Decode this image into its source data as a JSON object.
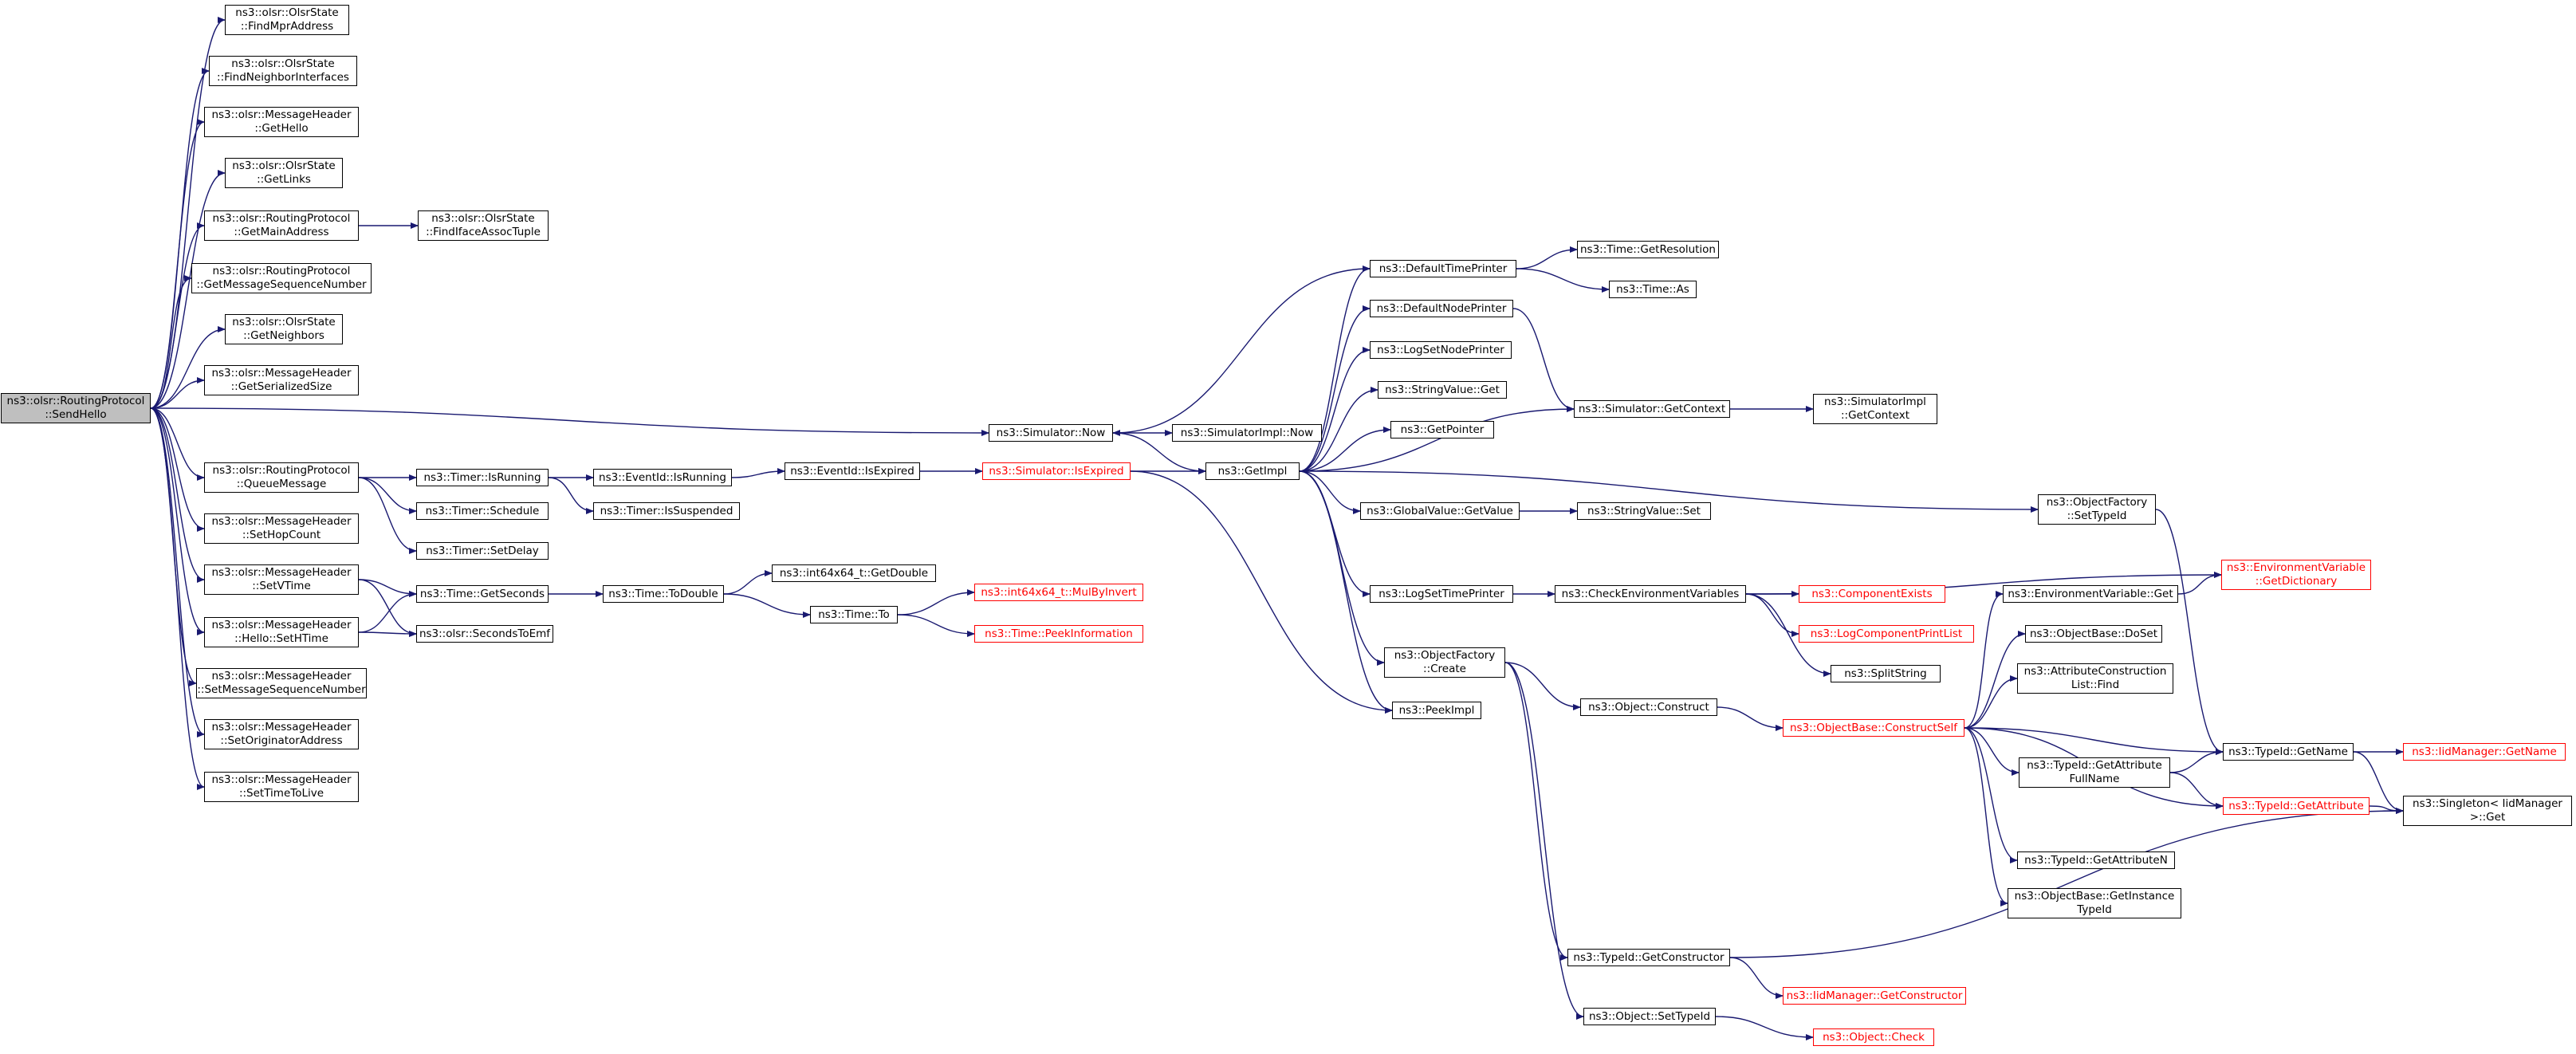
{
  "diagram": {
    "type": "call-graph",
    "colors": {
      "edge": "#191970",
      "node_border": "#000000",
      "truncated_border": "#ff0000",
      "root_fill": "#bfbfbf"
    },
    "nodes": [
      {
        "id": "root",
        "lines": [
          "ns3::olsr::RoutingProtocol",
          "::SendHello"
        ],
        "style": "root"
      },
      {
        "id": "findMpr",
        "lines": [
          "ns3::olsr::OlsrState",
          "::FindMprAddress"
        ]
      },
      {
        "id": "findNbrIf",
        "lines": [
          "ns3::olsr::OlsrState",
          "::FindNeighborInterfaces"
        ]
      },
      {
        "id": "getHello",
        "lines": [
          "ns3::olsr::MessageHeader",
          "::GetHello"
        ]
      },
      {
        "id": "getLinks",
        "lines": [
          "ns3::olsr::OlsrState",
          "::GetLinks"
        ]
      },
      {
        "id": "getMainAddr",
        "lines": [
          "ns3::olsr::RoutingProtocol",
          "::GetMainAddress"
        ]
      },
      {
        "id": "findIfaceAssoc",
        "lines": [
          "ns3::olsr::OlsrState",
          "::FindIfaceAssocTuple"
        ]
      },
      {
        "id": "getMsgSeq",
        "lines": [
          "ns3::olsr::RoutingProtocol",
          "::GetMessageSequenceNumber"
        ]
      },
      {
        "id": "getNeighbors",
        "lines": [
          "ns3::olsr::OlsrState",
          "::GetNeighbors"
        ]
      },
      {
        "id": "getSerSize",
        "lines": [
          "ns3::olsr::MessageHeader",
          "::GetSerializedSize"
        ]
      },
      {
        "id": "queueMsg",
        "lines": [
          "ns3::olsr::RoutingProtocol",
          "::QueueMessage"
        ]
      },
      {
        "id": "setHopCount",
        "lines": [
          "ns3::olsr::MessageHeader",
          "::SetHopCount"
        ]
      },
      {
        "id": "setVTime",
        "lines": [
          "ns3::olsr::MessageHeader",
          "::SetVTime"
        ]
      },
      {
        "id": "setHTime",
        "lines": [
          "ns3::olsr::MessageHeader",
          "::Hello::SetHTime"
        ]
      },
      {
        "id": "setMsgSeq",
        "lines": [
          "ns3::olsr::MessageHeader",
          "::SetMessageSequenceNumber"
        ]
      },
      {
        "id": "setOrigAddr",
        "lines": [
          "ns3::olsr::MessageHeader",
          "::SetOriginatorAddress"
        ]
      },
      {
        "id": "setTTL",
        "lines": [
          "ns3::olsr::MessageHeader",
          "::SetTimeToLive"
        ]
      },
      {
        "id": "timerIsRunning",
        "lines": [
          "ns3::Timer::IsRunning"
        ]
      },
      {
        "id": "timerSchedule",
        "lines": [
          "ns3::Timer::Schedule"
        ]
      },
      {
        "id": "timerSetDelay",
        "lines": [
          "ns3::Timer::SetDelay"
        ]
      },
      {
        "id": "timeGetSeconds",
        "lines": [
          "ns3::Time::GetSeconds"
        ]
      },
      {
        "id": "secondsToEmf",
        "lines": [
          "ns3::olsr::SecondsToEmf"
        ]
      },
      {
        "id": "eventIdIsRunning",
        "lines": [
          "ns3::EventId::IsRunning"
        ]
      },
      {
        "id": "timerIsSuspended",
        "lines": [
          "ns3::Timer::IsSuspended"
        ]
      },
      {
        "id": "eventIdIsExpired",
        "lines": [
          "ns3::EventId::IsExpired"
        ]
      },
      {
        "id": "simIsExpired",
        "lines": [
          "ns3::Simulator::IsExpired"
        ],
        "style": "red"
      },
      {
        "id": "timeToDouble",
        "lines": [
          "ns3::Time::ToDouble"
        ]
      },
      {
        "id": "int64GetDouble",
        "lines": [
          "ns3::int64x64_t::GetDouble"
        ]
      },
      {
        "id": "timeTo",
        "lines": [
          "ns3::Time::To"
        ]
      },
      {
        "id": "mulByInvert",
        "lines": [
          "ns3::int64x64_t::MulByInvert"
        ],
        "style": "red"
      },
      {
        "id": "peekInfo",
        "lines": [
          "ns3::Time::PeekInformation"
        ],
        "style": "red"
      },
      {
        "id": "simNow",
        "lines": [
          "ns3::Simulator::Now"
        ]
      },
      {
        "id": "simImplNow",
        "lines": [
          "ns3::SimulatorImpl::Now"
        ]
      },
      {
        "id": "getImpl",
        "lines": [
          "ns3::GetImpl"
        ]
      },
      {
        "id": "defTimePrinter",
        "lines": [
          "ns3::DefaultTimePrinter"
        ]
      },
      {
        "id": "timeGetRes",
        "lines": [
          "ns3::Time::GetResolution"
        ]
      },
      {
        "id": "timeAs",
        "lines": [
          "ns3::Time::As"
        ]
      },
      {
        "id": "defNodePrinter",
        "lines": [
          "ns3::DefaultNodePrinter"
        ]
      },
      {
        "id": "logSetNodePrinter",
        "lines": [
          "ns3::LogSetNodePrinter"
        ]
      },
      {
        "id": "stringValueGet",
        "lines": [
          "ns3::StringValue::Get"
        ]
      },
      {
        "id": "getPointer",
        "lines": [
          "ns3::GetPointer"
        ]
      },
      {
        "id": "simGetContext",
        "lines": [
          "ns3::Simulator::GetContext"
        ]
      },
      {
        "id": "simImplGetContext",
        "lines": [
          "ns3::SimulatorImpl",
          "::GetContext"
        ]
      },
      {
        "id": "gvGetValue",
        "lines": [
          "ns3::GlobalValue::GetValue"
        ]
      },
      {
        "id": "stringValueSet",
        "lines": [
          "ns3::StringValue::Set"
        ]
      },
      {
        "id": "ofSetTypeId",
        "lines": [
          "ns3::ObjectFactory",
          "::SetTypeId"
        ]
      },
      {
        "id": "envGetDict",
        "lines": [
          "ns3::EnvironmentVariable",
          "::GetDictionary"
        ],
        "style": "red"
      },
      {
        "id": "logSetTimePrinter",
        "lines": [
          "ns3::LogSetTimePrinter"
        ]
      },
      {
        "id": "checkEnvVars",
        "lines": [
          "ns3::CheckEnvironmentVariables"
        ]
      },
      {
        "id": "compExists",
        "lines": [
          "ns3::ComponentExists"
        ],
        "style": "red"
      },
      {
        "id": "logCompPrintList",
        "lines": [
          "ns3::LogComponentPrintList"
        ],
        "style": "red"
      },
      {
        "id": "splitString",
        "lines": [
          "ns3::SplitString"
        ]
      },
      {
        "id": "envVarGet",
        "lines": [
          "ns3::EnvironmentVariable::Get"
        ]
      },
      {
        "id": "obDoSet",
        "lines": [
          "ns3::ObjectBase::DoSet"
        ]
      },
      {
        "id": "attrConstrFind",
        "lines": [
          "ns3::AttributeConstruction",
          "List::Find"
        ]
      },
      {
        "id": "ofCreate",
        "lines": [
          "ns3::ObjectFactory",
          "::Create"
        ]
      },
      {
        "id": "peekImpl",
        "lines": [
          "ns3::PeekImpl"
        ]
      },
      {
        "id": "objConstruct",
        "lines": [
          "ns3::Object::Construct"
        ]
      },
      {
        "id": "obConstructSelf",
        "lines": [
          "ns3::ObjectBase::ConstructSelf"
        ],
        "style": "red"
      },
      {
        "id": "typeIdGetName",
        "lines": [
          "ns3::TypeId::GetName"
        ]
      },
      {
        "id": "iidGetName",
        "lines": [
          "ns3::IidManager::GetName"
        ],
        "style": "red"
      },
      {
        "id": "typeIdGetAttrFull",
        "lines": [
          "ns3::TypeId::GetAttribute",
          "FullName"
        ]
      },
      {
        "id": "typeIdGetAttr",
        "lines": [
          "ns3::TypeId::GetAttribute"
        ],
        "style": "red"
      },
      {
        "id": "singletonGet",
        "lines": [
          "ns3::Singleton< IidManager",
          ">::Get"
        ]
      },
      {
        "id": "typeIdGetAttrN",
        "lines": [
          "ns3::TypeId::GetAttributeN"
        ]
      },
      {
        "id": "obGetInstTypeId",
        "lines": [
          "ns3::ObjectBase::GetInstance",
          "TypeId"
        ]
      },
      {
        "id": "typeIdGetConstr",
        "lines": [
          "ns3::TypeId::GetConstructor"
        ]
      },
      {
        "id": "iidGetConstr",
        "lines": [
          "ns3::IidManager::GetConstructor"
        ],
        "style": "red"
      },
      {
        "id": "objSetTypeId",
        "lines": [
          "ns3::Object::SetTypeId"
        ]
      },
      {
        "id": "objCheck",
        "lines": [
          "ns3::Object::Check"
        ],
        "style": "red"
      }
    ],
    "edges": [
      [
        "root",
        "findMpr"
      ],
      [
        "root",
        "findNbrIf"
      ],
      [
        "root",
        "getHello"
      ],
      [
        "root",
        "getLinks"
      ],
      [
        "root",
        "getMainAddr"
      ],
      [
        "root",
        "getMsgSeq"
      ],
      [
        "root",
        "getNeighbors"
      ],
      [
        "root",
        "getSerSize"
      ],
      [
        "root",
        "simNow"
      ],
      [
        "root",
        "queueMsg"
      ],
      [
        "root",
        "setHopCount"
      ],
      [
        "root",
        "setVTime"
      ],
      [
        "root",
        "setHTime"
      ],
      [
        "root",
        "setMsgSeq"
      ],
      [
        "root",
        "setOrigAddr"
      ],
      [
        "root",
        "setTTL"
      ],
      [
        "getMainAddr",
        "findIfaceAssoc"
      ],
      [
        "queueMsg",
        "timerIsRunning"
      ],
      [
        "queueMsg",
        "timerSchedule"
      ],
      [
        "queueMsg",
        "timerSetDelay"
      ],
      [
        "setVTime",
        "timeGetSeconds"
      ],
      [
        "setVTime",
        "secondsToEmf"
      ],
      [
        "setHTime",
        "timeGetSeconds"
      ],
      [
        "setHTime",
        "secondsToEmf"
      ],
      [
        "timerIsRunning",
        "eventIdIsRunning"
      ],
      [
        "timerIsRunning",
        "timerIsSuspended"
      ],
      [
        "eventIdIsRunning",
        "eventIdIsExpired"
      ],
      [
        "eventIdIsExpired",
        "simIsExpired"
      ],
      [
        "simIsExpired",
        "getImpl"
      ],
      [
        "simIsExpired",
        "peekImpl"
      ],
      [
        "timeGetSeconds",
        "timeToDouble"
      ],
      [
        "timeToDouble",
        "int64GetDouble"
      ],
      [
        "timeToDouble",
        "timeTo"
      ],
      [
        "timeTo",
        "mulByInvert"
      ],
      [
        "timeTo",
        "peekInfo"
      ],
      [
        "simNow",
        "simImplNow"
      ],
      [
        "simNow",
        "getImpl"
      ],
      [
        "getImpl",
        "defTimePrinter"
      ],
      [
        "getImpl",
        "defNodePrinter"
      ],
      [
        "getImpl",
        "logSetNodePrinter"
      ],
      [
        "getImpl",
        "stringValueGet"
      ],
      [
        "getImpl",
        "getPointer"
      ],
      [
        "getImpl",
        "simGetContext"
      ],
      [
        "getImpl",
        "gvGetValue"
      ],
      [
        "getImpl",
        "ofSetTypeId"
      ],
      [
        "getImpl",
        "logSetTimePrinter"
      ],
      [
        "getImpl",
        "ofCreate"
      ],
      [
        "getImpl",
        "peekImpl"
      ],
      [
        "defTimePrinter",
        "simNow"
      ],
      [
        "defTimePrinter",
        "timeGetRes"
      ],
      [
        "defTimePrinter",
        "timeAs"
      ],
      [
        "defNodePrinter",
        "simGetContext"
      ],
      [
        "simGetContext",
        "simImplGetContext"
      ],
      [
        "gvGetValue",
        "stringValueSet"
      ],
      [
        "ofSetTypeId",
        "typeIdGetName"
      ],
      [
        "logSetTimePrinter",
        "checkEnvVars"
      ],
      [
        "checkEnvVars",
        "envGetDict"
      ],
      [
        "checkEnvVars",
        "compExists"
      ],
      [
        "checkEnvVars",
        "logCompPrintList"
      ],
      [
        "checkEnvVars",
        "splitString"
      ],
      [
        "ofCreate",
        "objConstruct"
      ],
      [
        "ofCreate",
        "typeIdGetConstr"
      ],
      [
        "ofCreate",
        "objSetTypeId"
      ],
      [
        "objConstruct",
        "obConstructSelf"
      ],
      [
        "obConstructSelf",
        "envVarGet"
      ],
      [
        "obConstructSelf",
        "obDoSet"
      ],
      [
        "obConstructSelf",
        "attrConstrFind"
      ],
      [
        "obConstructSelf",
        "typeIdGetName"
      ],
      [
        "obConstructSelf",
        "typeIdGetAttrFull"
      ],
      [
        "obConstructSelf",
        "typeIdGetAttr"
      ],
      [
        "obConstructSelf",
        "typeIdGetAttrN"
      ],
      [
        "obConstructSelf",
        "obGetInstTypeId"
      ],
      [
        "envVarGet",
        "envGetDict"
      ],
      [
        "typeIdGetName",
        "iidGetName"
      ],
      [
        "typeIdGetName",
        "singletonGet"
      ],
      [
        "typeIdGetAttrFull",
        "typeIdGetName"
      ],
      [
        "typeIdGetAttrFull",
        "typeIdGetAttr"
      ],
      [
        "typeIdGetAttr",
        "singletonGet"
      ],
      [
        "typeIdGetConstr",
        "iidGetConstr"
      ],
      [
        "typeIdGetConstr",
        "singletonGet"
      ],
      [
        "objSetTypeId",
        "objCheck"
      ]
    ]
  }
}
